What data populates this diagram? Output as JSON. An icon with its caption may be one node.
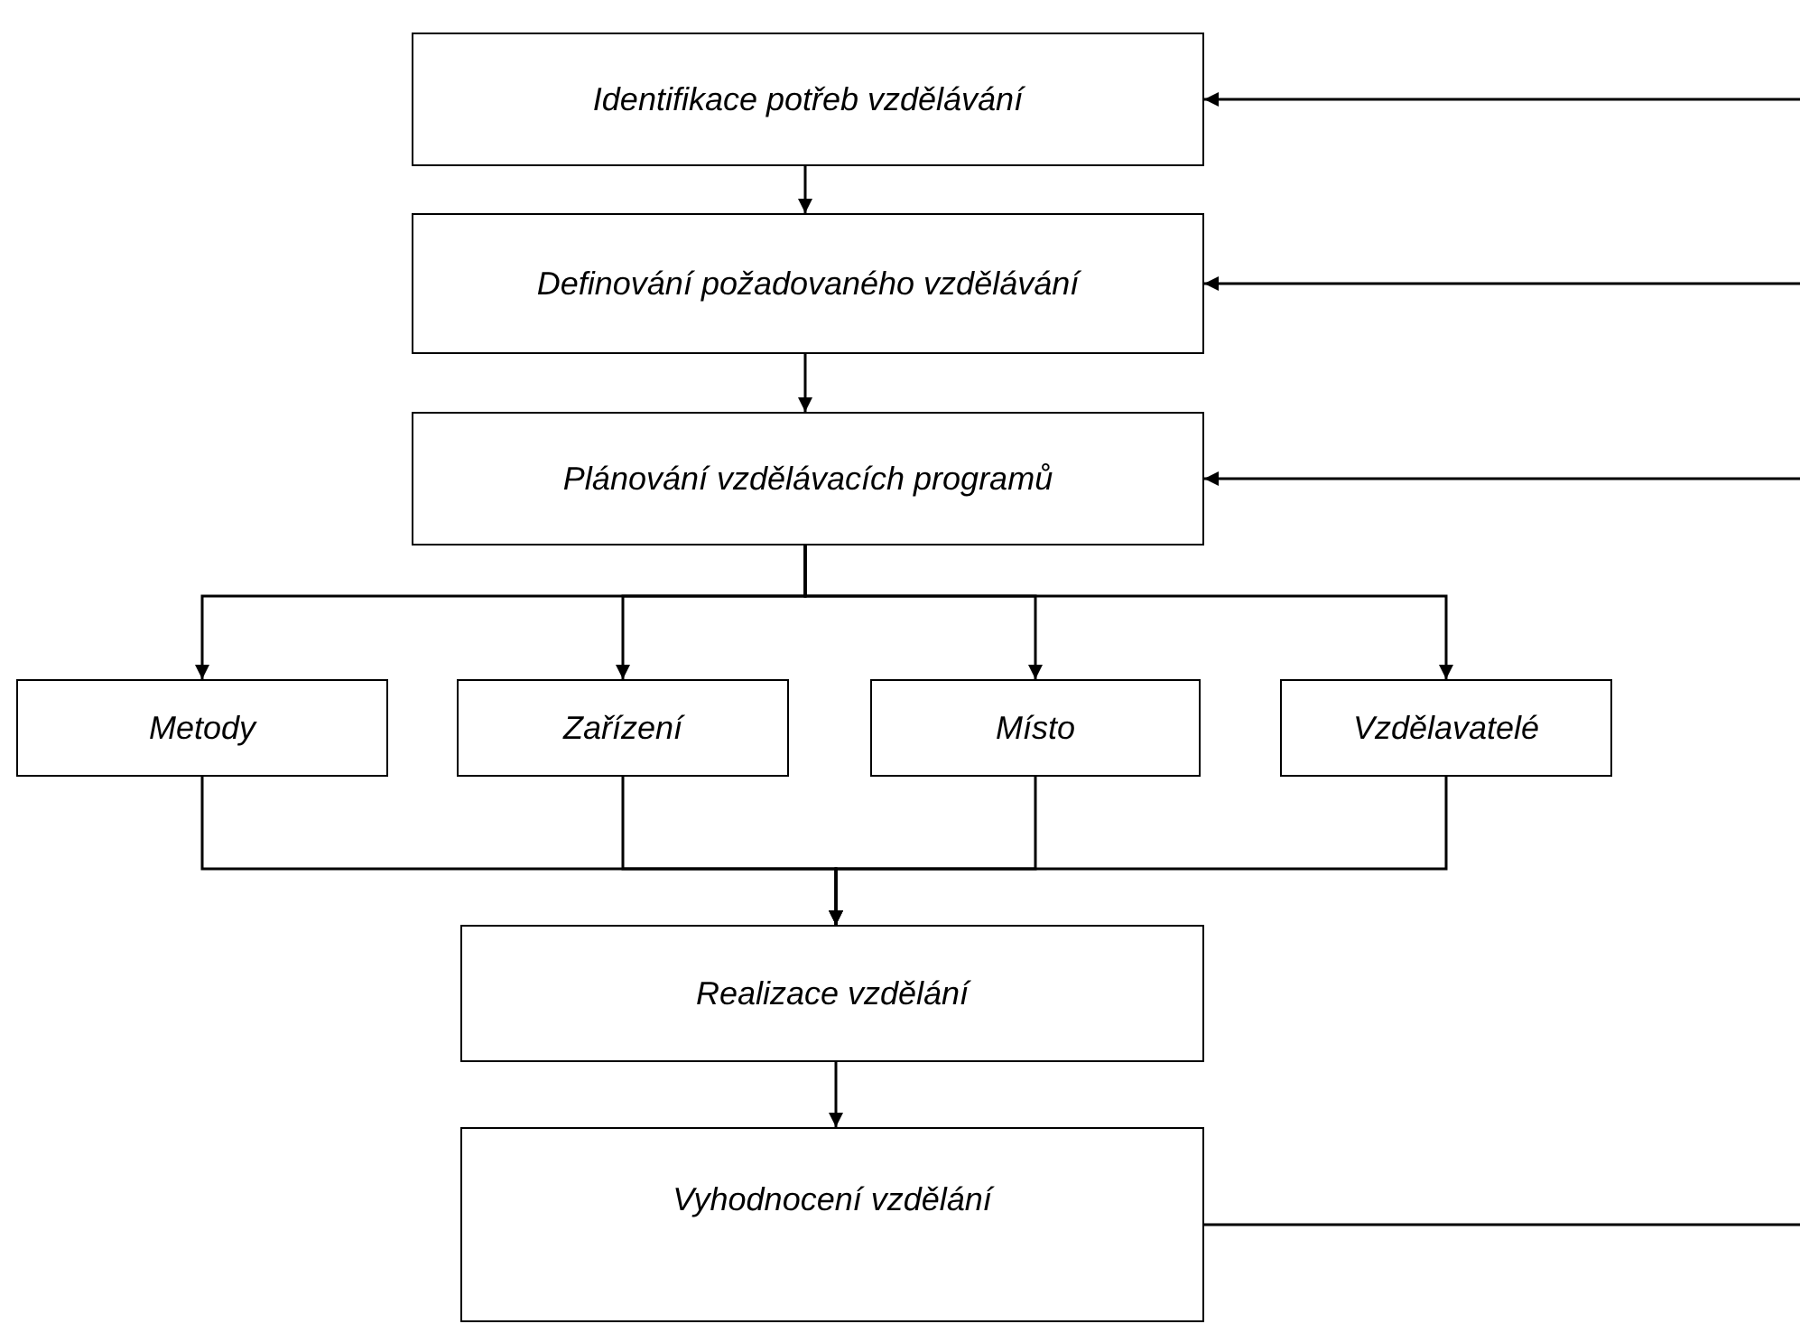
{
  "diagram": {
    "nodes": [
      {
        "text": [
          "Identifikace potřeb vzdělávání"
        ]
      },
      {
        "text": [
          "Definování požadovaného vzdělávání"
        ]
      },
      {
        "text": [
          "Plánování vzdělávacích programů"
        ]
      },
      {
        "text": [
          "Metody"
        ]
      },
      {
        "text": [
          "Zařízení"
        ]
      },
      {
        "text": [
          "Místo"
        ]
      },
      {
        "text": [
          "Vzdělavatelé"
        ]
      },
      {
        "text": [
          "Realizace vzdělání"
        ]
      },
      {
        "text": [
          "Vyhodnocení vzdělání"
        ]
      }
    ],
    "edges": [
      {
        "from": 0,
        "to": 1,
        "arrow": "to"
      },
      {
        "from": 1,
        "to": 2,
        "arrow": "to"
      },
      {
        "from": 2,
        "to": 3,
        "arrow": "to"
      },
      {
        "from": 2,
        "to": 4,
        "arrow": "to"
      },
      {
        "from": 2,
        "to": 5,
        "arrow": "to"
      },
      {
        "from": 2,
        "to": 6,
        "arrow": "to"
      },
      {
        "from": 3,
        "to": 7,
        "arrow": "to"
      },
      {
        "from": 4,
        "to": 7,
        "arrow": "to"
      },
      {
        "from": 5,
        "to": 7,
        "arrow": "to"
      },
      {
        "from": 6,
        "to": 7,
        "arrow": "to"
      },
      {
        "from": 7,
        "to": 8,
        "arrow": "to"
      },
      {
        "from": null,
        "to": 0,
        "arrow": "to"
      },
      {
        "from": null,
        "to": 1,
        "arrow": "to"
      },
      {
        "from": null,
        "to": 2,
        "arrow": "to"
      },
      {
        "from": 8,
        "to": null,
        "arrow": "none"
      }
    ]
  }
}
